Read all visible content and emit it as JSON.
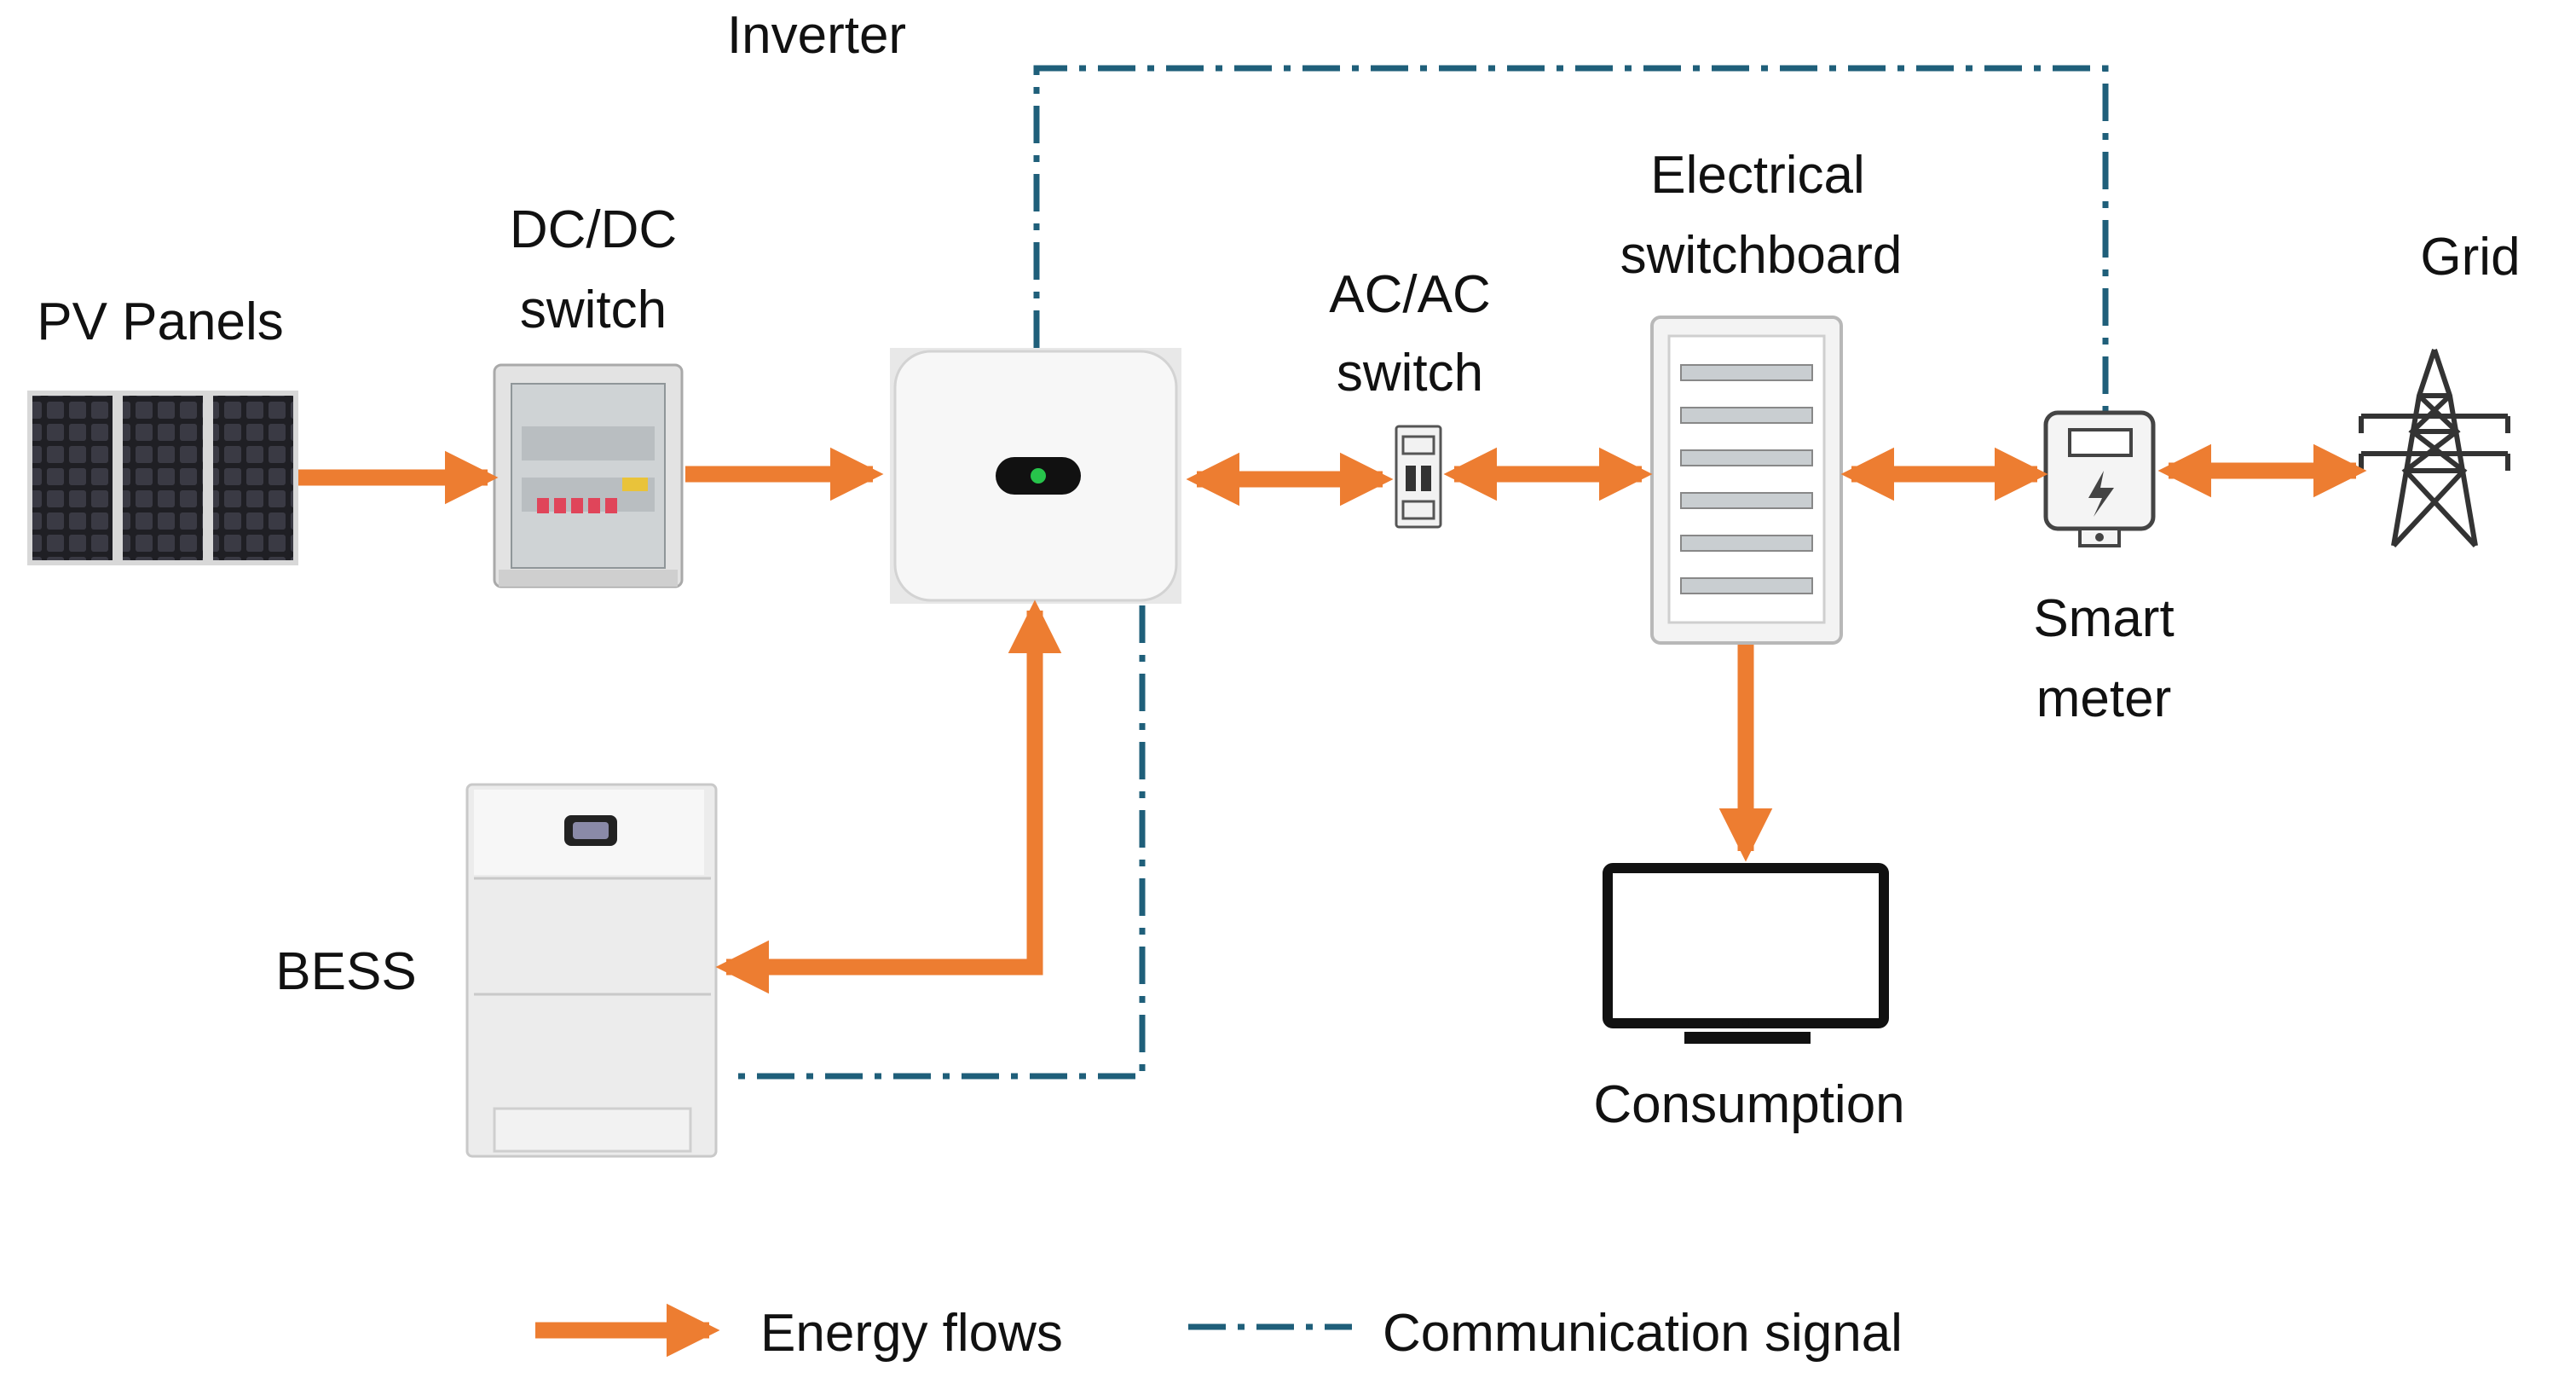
{
  "labels": {
    "pv_panels": "PV Panels",
    "dcdc_line1": "DC/DC",
    "dcdc_line2": "switch",
    "inverter": "Inverter",
    "acac_line1": "AC/AC",
    "acac_line2": "switch",
    "switchboard_line1": "Electrical",
    "switchboard_line2": "switchboard",
    "grid": "Grid",
    "smart_meter_line1": "Smart",
    "smart_meter_line2": "meter",
    "bess": "BESS",
    "consumption": "Consumption"
  },
  "legend": {
    "energy_flows": "Energy flows",
    "communication_signal": "Communication signal"
  },
  "colors": {
    "energy_flow": "#ED7D31",
    "communication": "#1F5F7A",
    "text": "#111111"
  }
}
